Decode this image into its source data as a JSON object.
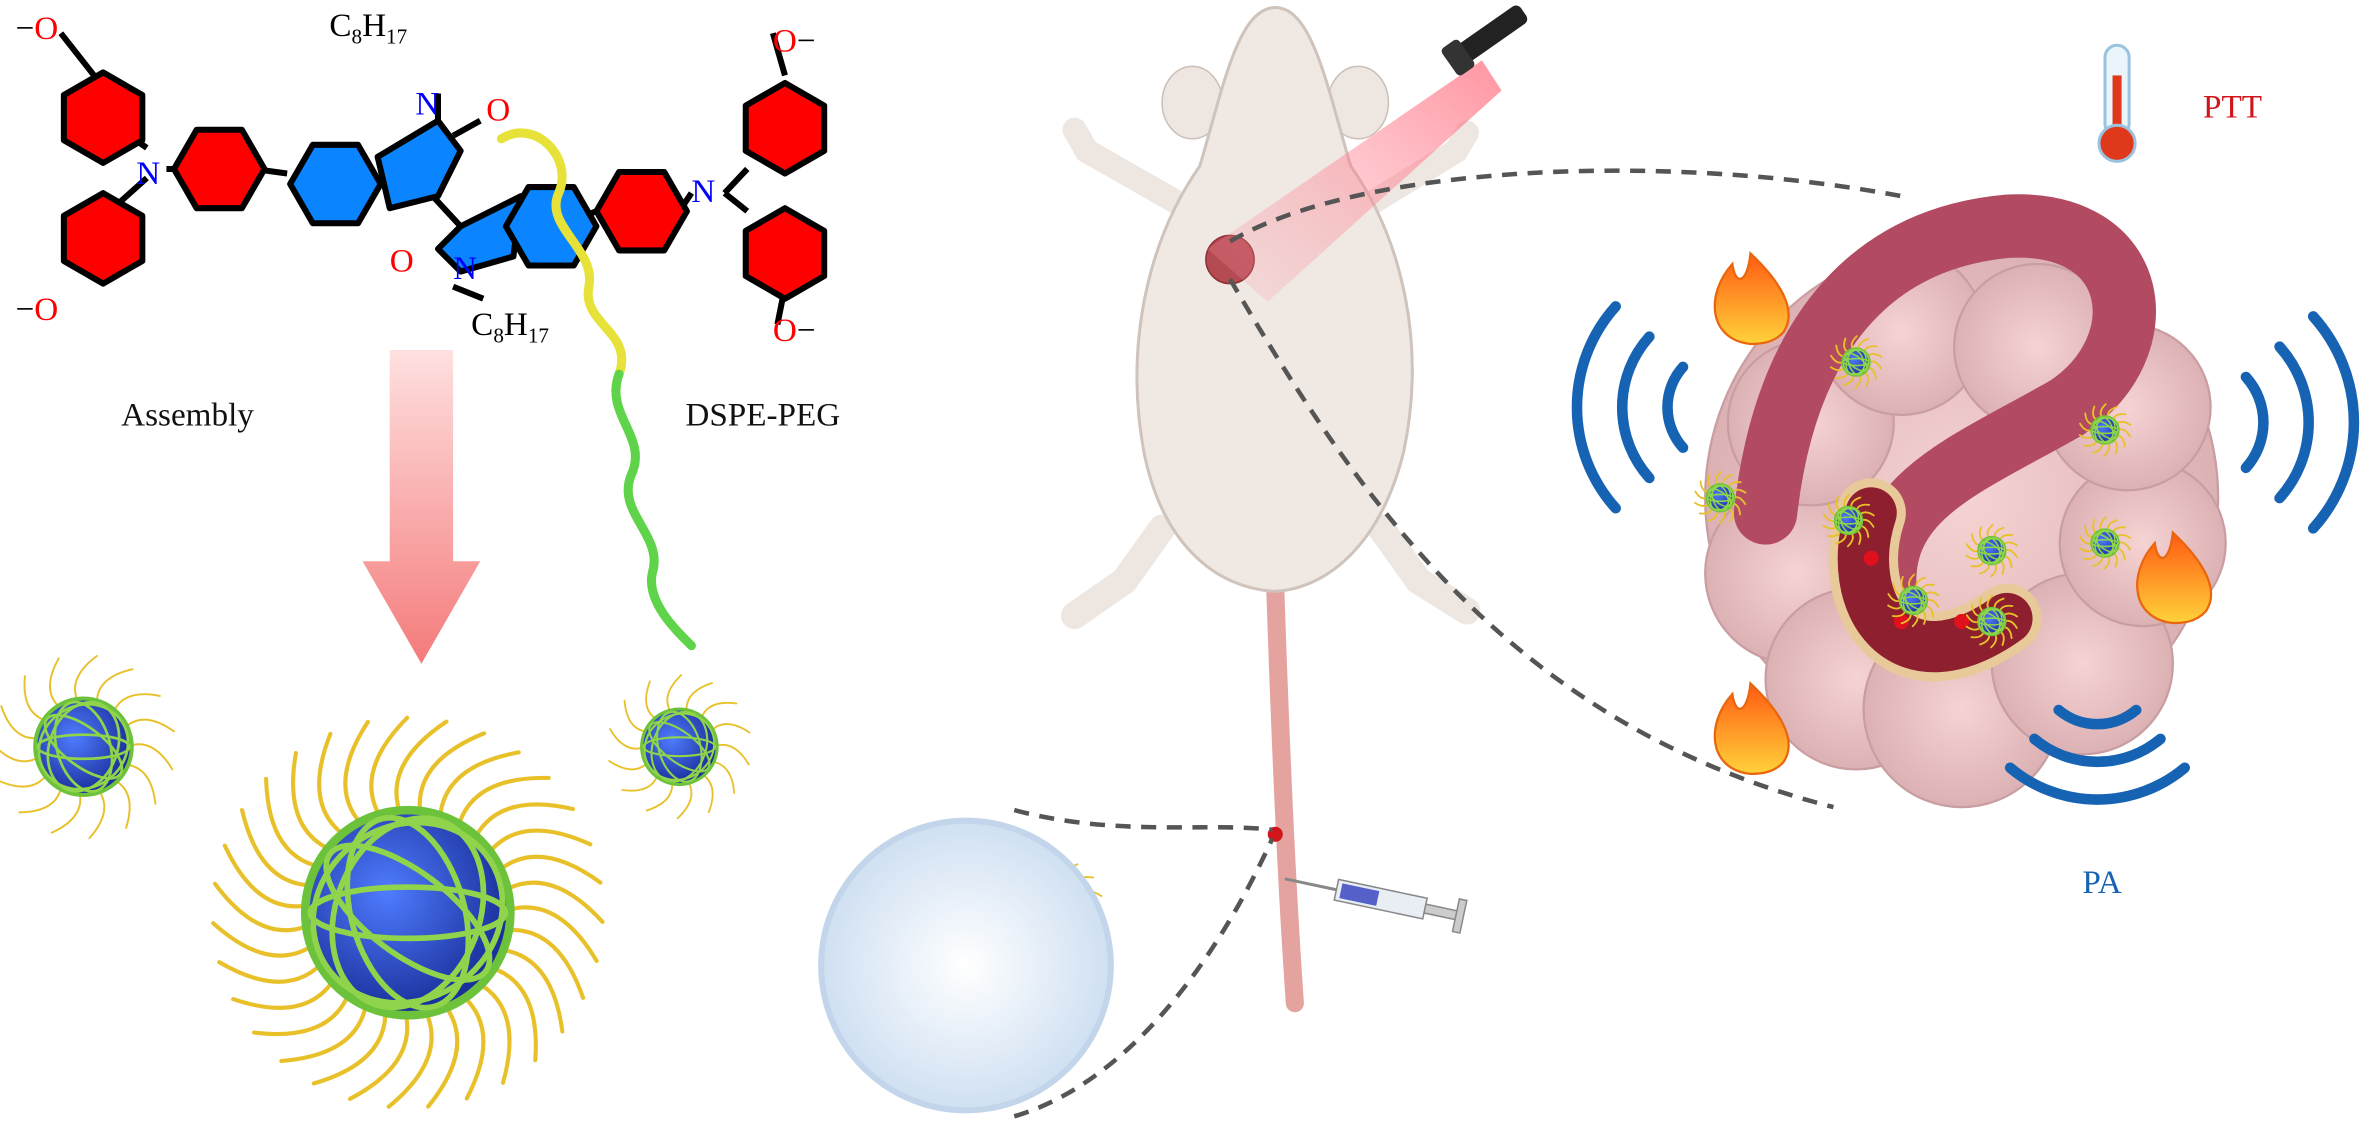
{
  "molecule": {
    "atoms": {
      "nitrogen": "N",
      "oxygen": "O"
    },
    "alkyl_chain": {
      "c": "C",
      "c_count": "8",
      "h": "H",
      "h_count": "17"
    },
    "colors": {
      "donor": "#ff0000",
      "acceptor": "#0a84ff",
      "n_label": "#0000ff",
      "o_label": "#ff0000"
    }
  },
  "assembly": {
    "label": "Assembly",
    "polymer_label": "DSPE-PEG"
  },
  "therapy": {
    "ptt_label": "PTT",
    "pa_label": "PA",
    "ptt_color": "#d0161b",
    "pa_color": "#1763b3"
  }
}
